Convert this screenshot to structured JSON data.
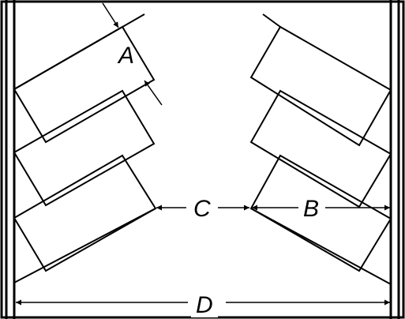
{
  "labels": {
    "a": "A",
    "b": "B",
    "c": "C",
    "d": "D"
  },
  "colors": {
    "line": "#000000",
    "background": "#ffffff"
  }
}
